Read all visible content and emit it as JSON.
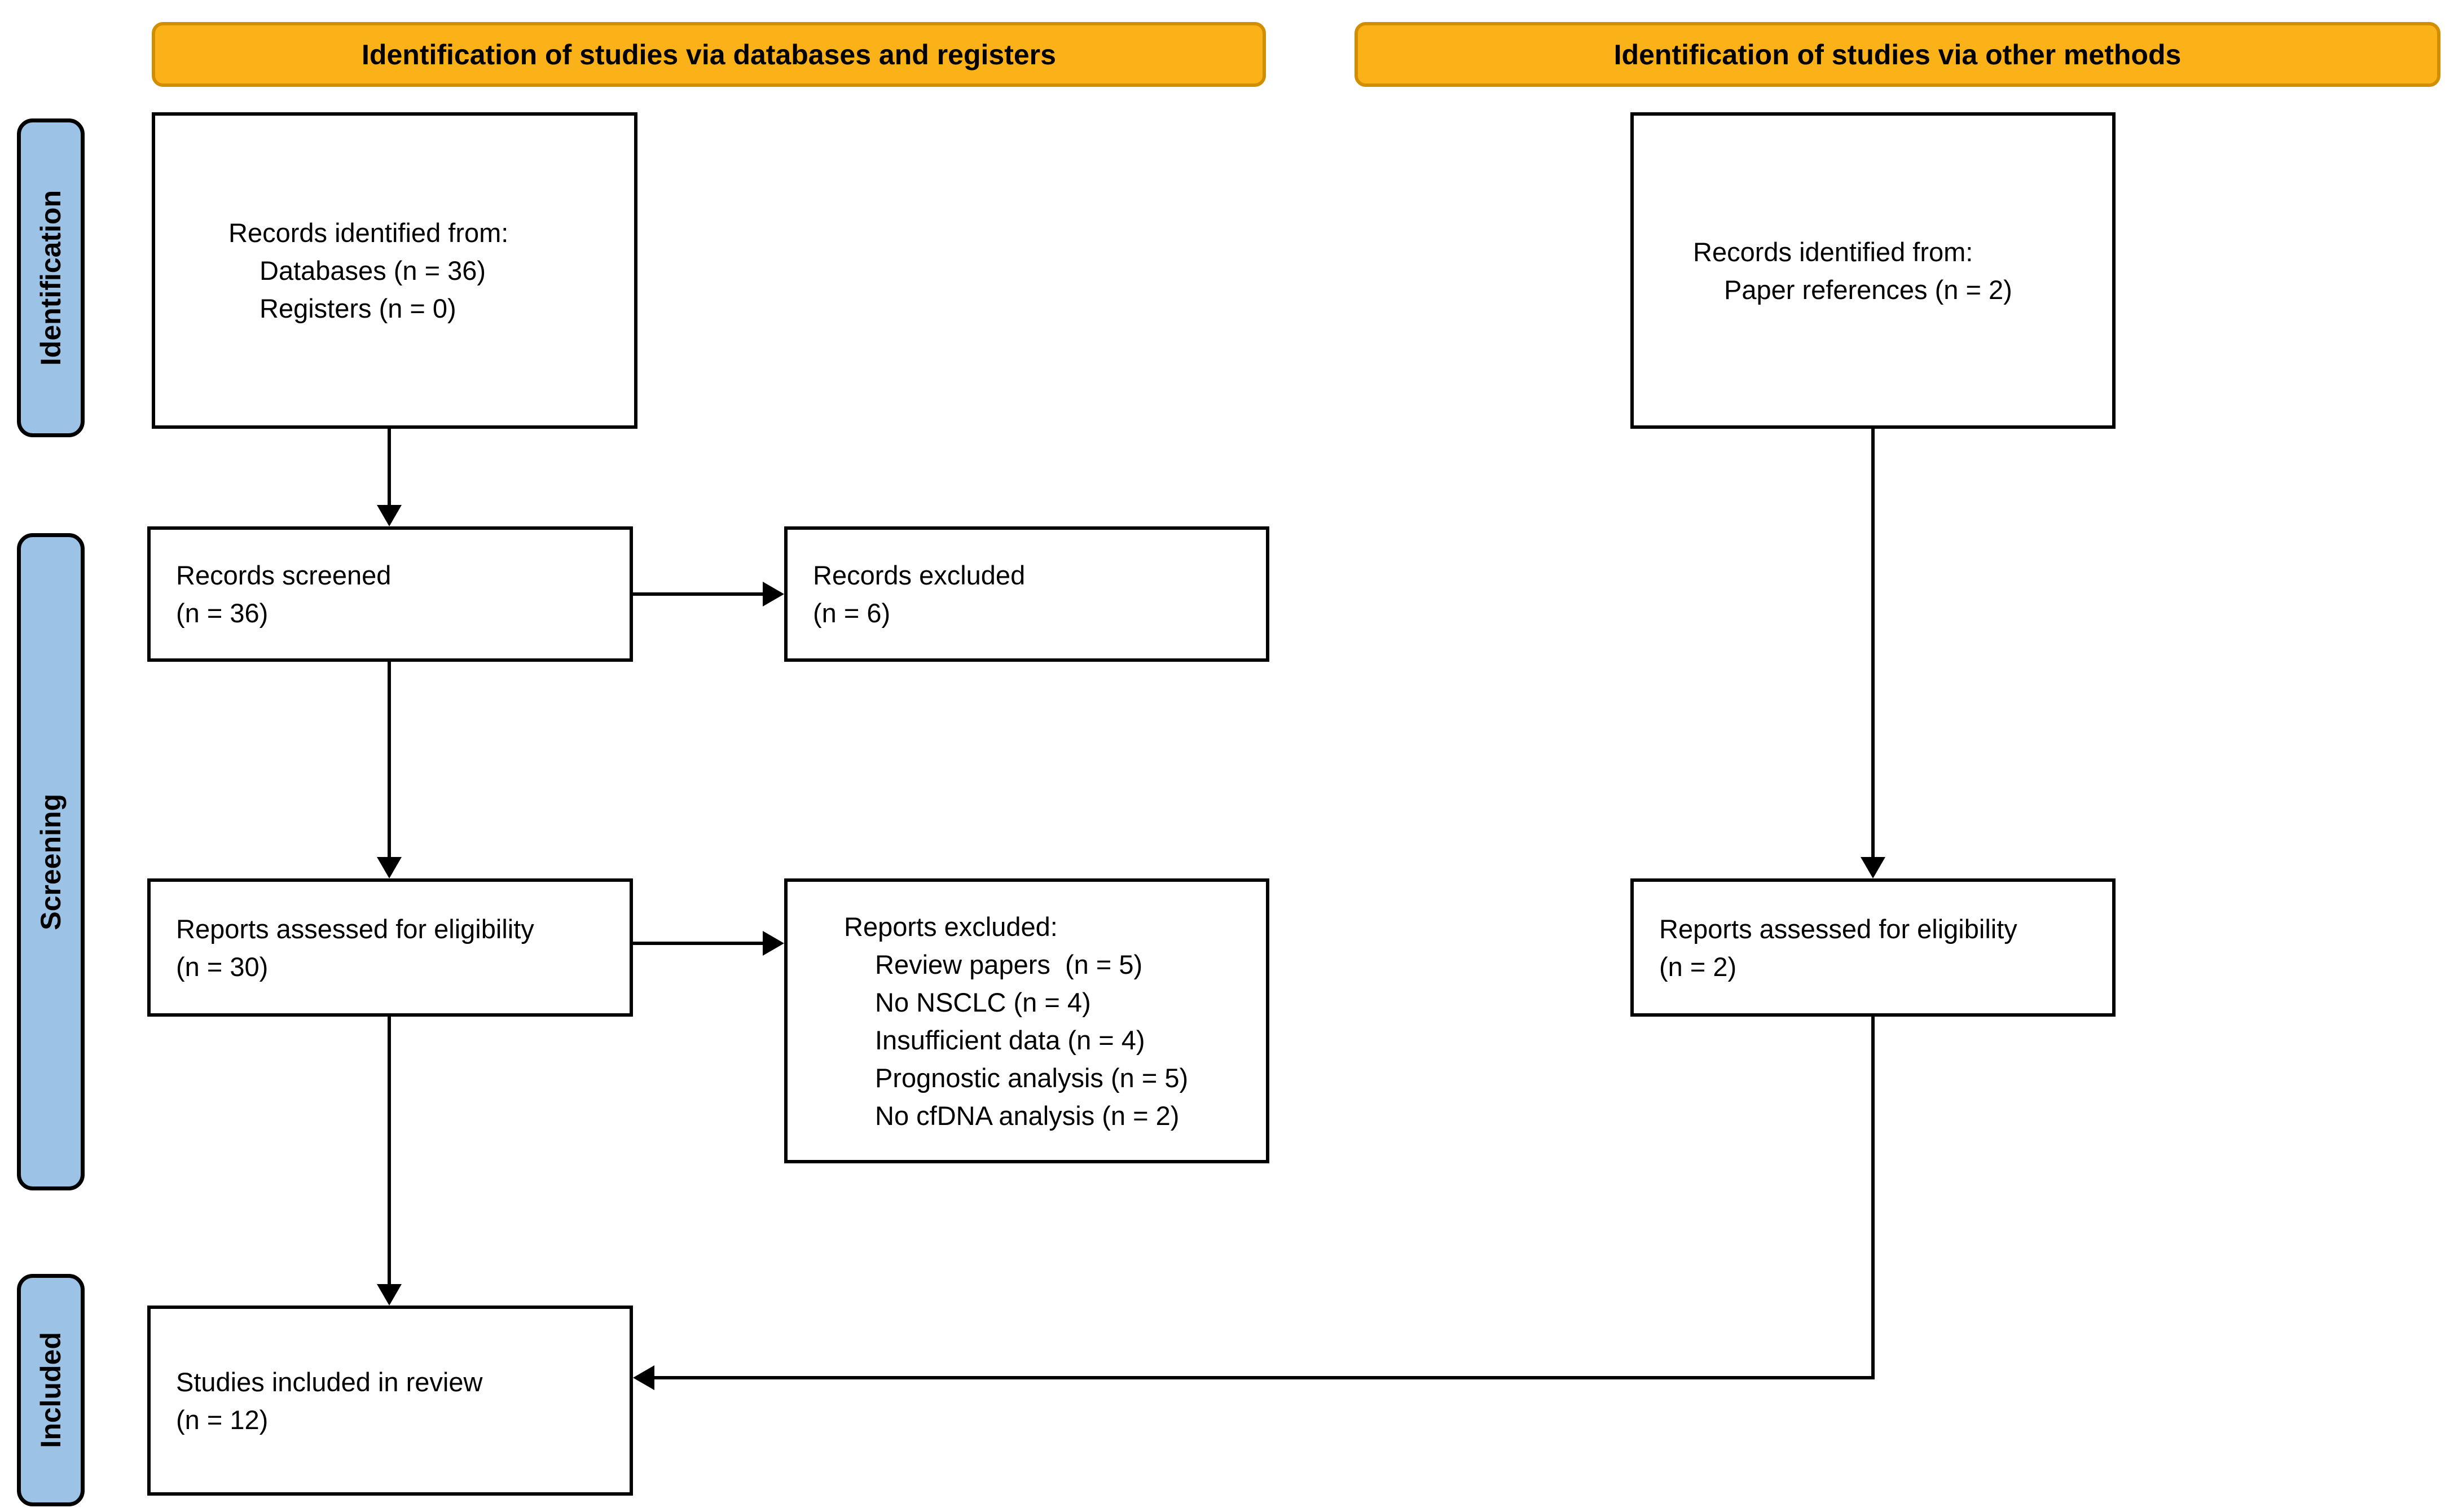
{
  "banners": {
    "left": "Identification of studies via databases and registers",
    "right": "Identification of studies via other methods"
  },
  "sidebar": {
    "stages": [
      {
        "label": "Identification"
      },
      {
        "label": "Screening"
      },
      {
        "label": "Included"
      }
    ]
  },
  "boxes": {
    "records_identified_db": {
      "intro": "Records identified from:",
      "items": [
        "Databases (n = 36)",
        "Registers (n = 0)"
      ]
    },
    "records_screened": {
      "lines": [
        "Records screened",
        "(n = 36)"
      ]
    },
    "records_excluded": {
      "lines": [
        "Records excluded",
        "(n = 6)"
      ]
    },
    "reports_assessed_db": {
      "lines": [
        "Reports assessed for eligibility",
        "(n = 30)"
      ]
    },
    "reports_excluded": {
      "intro": "Reports excluded:",
      "items": [
        "Review papers  (n = 5)",
        "No NSCLC (n = 4)",
        "Insufficient data (n = 4)",
        "Prognostic analysis (n = 5)",
        "No cfDNA analysis (n = 2)"
      ]
    },
    "studies_included": {
      "lines": [
        "Studies included in review",
        "(n = 12)"
      ]
    },
    "records_identified_other": {
      "intro": "Records identified from:",
      "items": [
        "Paper references (n = 2)"
      ]
    },
    "reports_assessed_other": {
      "lines": [
        "Reports assessed for eligibility",
        "(n = 2)"
      ]
    }
  },
  "colors": {
    "banner_fill": "#FBB118",
    "banner_border": "#D18E00",
    "sidebar_fill": "#9CC3E6",
    "box_border": "#000000",
    "arrow_color": "#000000"
  }
}
